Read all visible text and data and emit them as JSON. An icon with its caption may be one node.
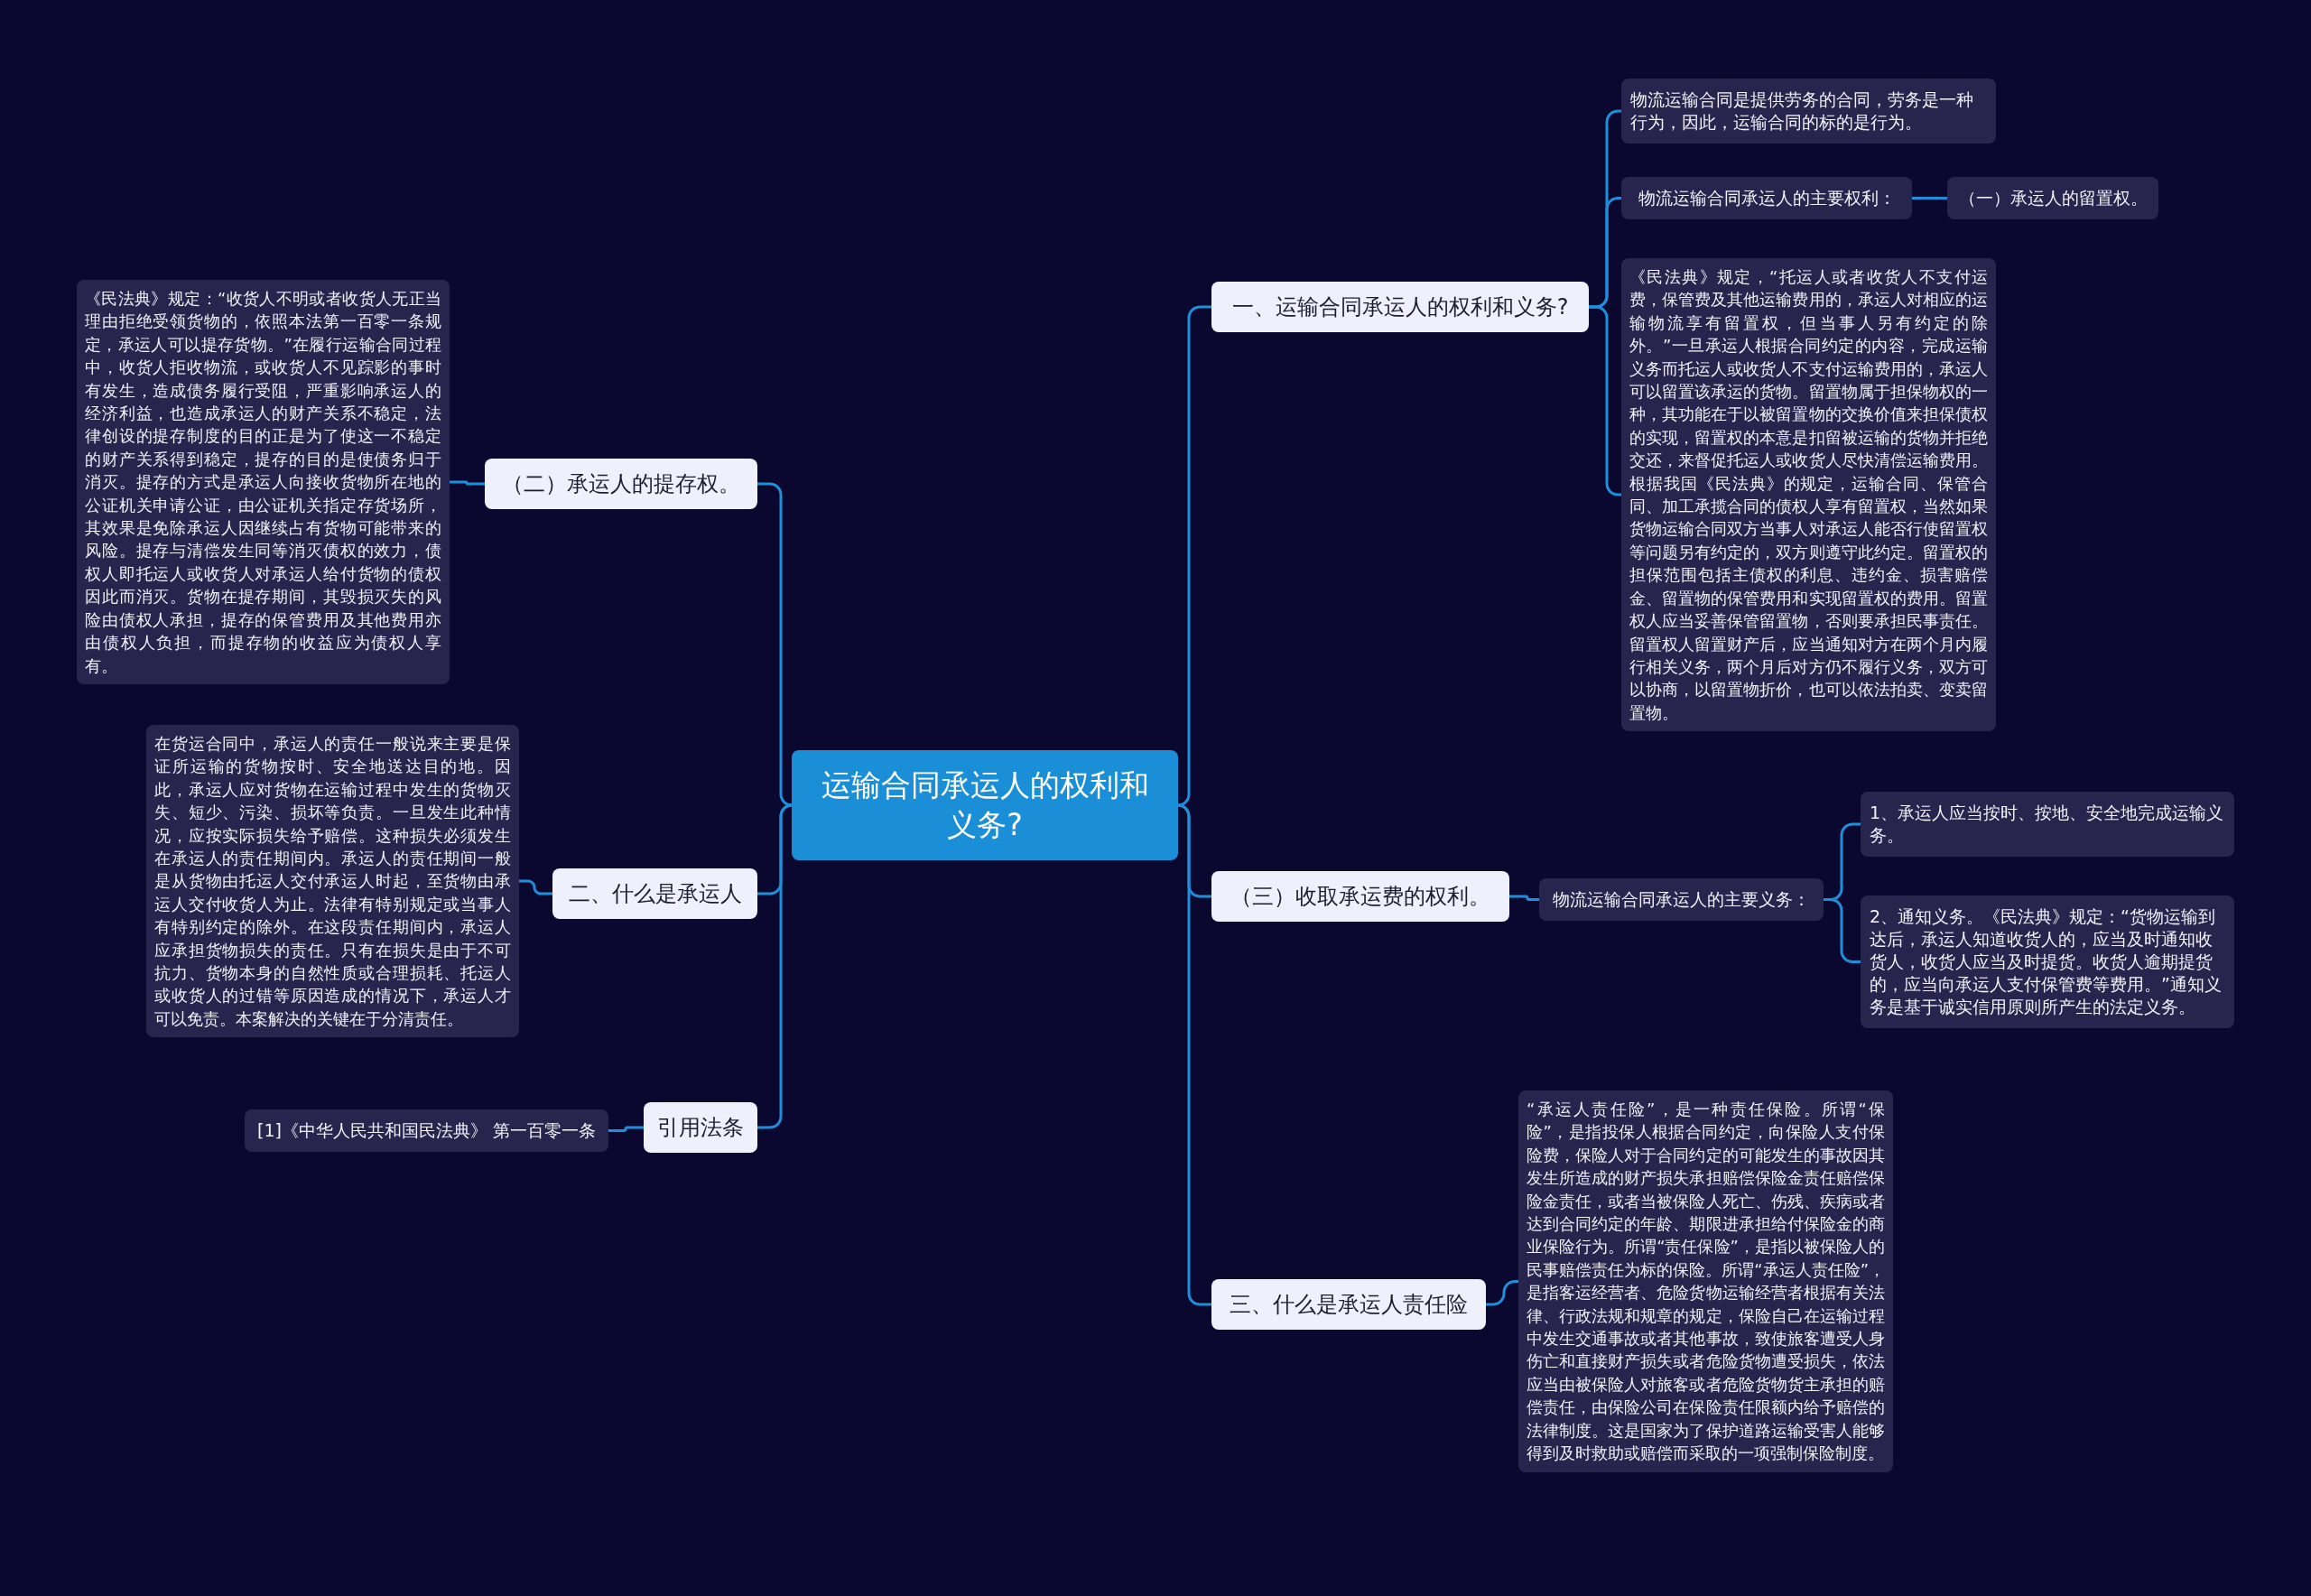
{
  "diagram": {
    "nodes": [
      {
        "text": [
          "运输合同承运人的权利和义务?"
        ]
      },
      {
        "text": [
          "一、运输合同承运人的权利和义务?"
        ]
      },
      {
        "text": [
          "物流运输合同是提供劳务的合同，劳务是一种行为，因此，运输合同的标的是行为。"
        ]
      },
      {
        "text": [
          "物流运输合同承运人的主要权利："
        ]
      },
      {
        "text": [
          "（一）承运人的留置权。"
        ]
      },
      {
        "text": [
          "《民法典》规定，“托运人或者收货人不支付运费，保管费及其他运输费用的，承运人对相应的运输物流享有留置权，但当事人另有约定的除外。”一旦承运人根据合同约定的内容，完成运输义务而托运人或收货人不支付运输费用的，承运人可以留置该承运的货物。留置物属于担保物权的一种，其功能在于以被留置物的交换价值来担保债权的实现，留置权的本意是扣留被运输的货物并拒绝交还，来督促托运人或收货人尽快清偿运输费用。根据我国《民法典》的规定，运输合同、保管合同、加工承揽合同的债权人享有留置权，当然如果货物运输合同双方当事人对承运人能否行使留置权等问题另有约定的，双方则遵守此约定。留置权的担保范围包括主债权的利息、违约金、损害赔偿金、留置物的保管费用和实现留置权的费用。留置权人应当妥善保管留置物，否则要承担民事责任。留置权人留置财产后，应当通知对方在两个月内履行相关义务，两个月后对方仍不履行义务，双方可以协商，以留置物折价，也可以依法拍卖、变卖留置物。"
        ]
      },
      {
        "text": [
          "（三）收取承运费的权利。"
        ]
      },
      {
        "text": [
          "物流运输合同承运人的主要义务："
        ]
      },
      {
        "text": [
          "1、承运人应当按时、按地、安全地完成运输义务。"
        ]
      },
      {
        "text": [
          "2、通知义务。《民法典》规定：“货物运输到达后，承运人知道收货人的，应当及时通知收货人，收货人应当及时提货。收货人逾期提货的，应当向承运人支付保管费等费用。”通知义务是基于诚实信用原则所产生的法定义务。"
        ]
      },
      {
        "text": [
          "三、什么是承运人责任险"
        ]
      },
      {
        "text": [
          "“承运人责任险”，是一种责任保险。所谓“保险”，是指投保人根据合同约定，向保险人支付保险费，保险人对于合同约定的可能发生的事故因其发生所造成的财产损失承担赔偿保险金责任赔偿保险金责任，或者当被保险人死亡、伤残、疾病或者达到合同约定的年龄、期限进承担给付保险金的商业保险行为。所谓“责任保险”，是指以被保险人的民事赔偿责任为标的保险。所谓“承运人责任险”，是指客运经营者、危险货物运输经营者根据有关法律、行政法规和规章的规定，保险自己在运输过程中发生交通事故或者其他事故，致使旅客遭受人身伤亡和直接财产损失或者危险货物遭受损失，依法应当由被保险人对旅客或者危险货物货主承担的赔偿责任，由保险公司在保险责任限额内给予赔偿的法律制度。这是国家为了保护道路运输受害人能够得到及时救助或赔偿而采取的一项强制保险制度。"
        ]
      },
      {
        "text": [
          "（二）承运人的提存权。"
        ]
      },
      {
        "text": [
          "《民法典》规定：“收货人不明或者收货人无正当理由拒绝受领货物的，依照本法第一百零一条规定，承运人可以提存货物。”在履行运输合同过程中，收货人拒收物流，或收货人不见踪影的事时有发生，造成债务履行受阻，严重影响承运人的经济利益，也造成承运人的财产关系不稳定，法律创设的提存制度的目的正是为了使这一不稳定的财产关系得到稳定，提存的目的是使债务归于消灭。提存的方式是承运人向接收货物所在地的公证机关申请公证，由公证机关指定存货场所，其效果是免除承运人因继续占有货物可能带来的风险。提存与清偿发生同等消灭债权的效力，债权人即托运人或收货人对承运人给付货物的债权因此而消灭。货物在提存期间，其毁损灭失的风险由债权人承担，提存的保管费用及其他费用亦由债权人负担，而提存物的收益应为债权人享有。"
        ]
      },
      {
        "text": [
          "二、什么是承运人"
        ]
      },
      {
        "text": [
          "在货运合同中，承运人的责任一般说来主要是保证所运输的货物按时、安全地送达目的地。因此，承运人应对货物在运输过程中发生的货物灭失、短少、污染、损坏等负责。一旦发生此种情况，应按实际损失给予赔偿。这种损失必须发生在承运人的责任期间内。承运人的责任期间一般是从货物由托运人交付承运人时起，至货物由承运人交付收货人为止。法律有特别规定或当事人有特别约定的除外。在这段责任期间内，承运人应承担货物损失的责任。只有在损失是由于不可抗力、货物本身的自然性质或合理损耗、托运人或收货人的过错等原因造成的情况下，承运人才可以免责。本案解决的关键在于分清责任。"
        ]
      },
      {
        "text": [
          "引用法条"
        ]
      },
      {
        "text": [
          "[1]《中华人民共和国民法典》 第一百零一条"
        ]
      }
    ],
    "edges": [
      {
        "from": 0,
        "to": 1,
        "arrow": "none"
      },
      {
        "from": 1,
        "to": 2,
        "arrow": "none"
      },
      {
        "from": 1,
        "to": 3,
        "arrow": "none"
      },
      {
        "from": 3,
        "to": 4,
        "arrow": "none"
      },
      {
        "from": 1,
        "to": 5,
        "arrow": "none"
      },
      {
        "from": 0,
        "to": 6,
        "arrow": "none"
      },
      {
        "from": 6,
        "to": 7,
        "arrow": "none"
      },
      {
        "from": 7,
        "to": 8,
        "arrow": "none"
      },
      {
        "from": 7,
        "to": 9,
        "arrow": "none"
      },
      {
        "from": 0,
        "to": 10,
        "arrow": "none"
      },
      {
        "from": 10,
        "to": 11,
        "arrow": "none"
      },
      {
        "from": 0,
        "to": 12,
        "arrow": "none"
      },
      {
        "from": 12,
        "to": 13,
        "arrow": "none"
      },
      {
        "from": 0,
        "to": 14,
        "arrow": "none"
      },
      {
        "from": 14,
        "to": 15,
        "arrow": "none"
      },
      {
        "from": 0,
        "to": 16,
        "arrow": "none"
      },
      {
        "from": 16,
        "to": 17,
        "arrow": "none"
      }
    ]
  }
}
